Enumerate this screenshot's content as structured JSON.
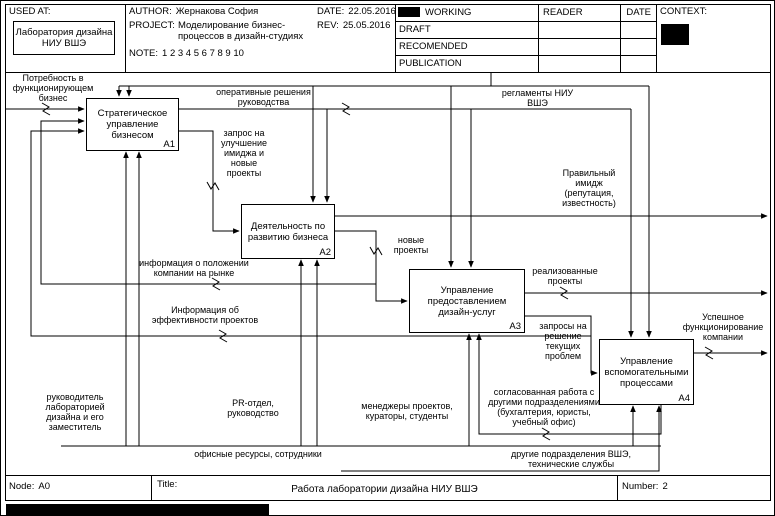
{
  "kit": {
    "used_at_label": "USED AT:",
    "used_at_value": "Лаборатория дизайна НИУ ВШЭ",
    "author_label": "AUTHOR:",
    "author_value": "Жернакова София",
    "project_label": "PROJECT:",
    "project_value": "Моделирование бизнес-процессов в дизайн-студиях",
    "note_label": "NOTE:",
    "note_numbers": "1 2 3 4 5 6 7 8 9 10",
    "date_label": "DATE:",
    "date_value": "22.05.2016",
    "rev_label": "REV:",
    "rev_value": "25.05.2016",
    "working": "WORKING",
    "draft": "DRAFT",
    "recomended": "RECOMENDED",
    "publication": "PUBLICATION",
    "reader": "READER",
    "reader_date": "DATE",
    "context_label": "CONTEXT:"
  },
  "boxes": {
    "a1": {
      "title": "Стратегическое управление бизнесом",
      "code": "A1"
    },
    "a2": {
      "title": "Деятельность по развитию бизнеса",
      "code": "A2"
    },
    "a3": {
      "title": "Управление предоставлением дизайн-услуг",
      "code": "A3"
    },
    "a4": {
      "title": "Управление вспомогательными процессами",
      "code": "A4"
    }
  },
  "arrows": {
    "need": "Потребность в функционирующем бизнес",
    "oper": "оперативные решения руководства",
    "regl": "регламенты НИУ ВШЭ",
    "request_image": "запрос на улучшение имиджа и новые проекты",
    "right_image": "Правильный имидж (репутация, известность)",
    "new_projects": "новые проекты",
    "market_info": "информация о положении компании на рынке",
    "eff_info": "Информация об эффективности проектов",
    "realized": "реализованные проекты",
    "success": "Успешное функционирование компании",
    "requests_problems": "запросы на решение текущих проблем",
    "head": "руководитель лабораторией дизайна и его заместитель",
    "pr": "PR-отдел, руководство",
    "managers": "менеджеры проектов, кураторы, студенты",
    "coordinated": "согласованная работа с другими подразделениями (бухгалтерия, юристы, учебный офис)",
    "office": "офисные ресурсы, сотрудники",
    "other_units": "другие подразделения ВШЭ, технические службы"
  },
  "footer": {
    "node_label": "Node:",
    "node_value": "A0",
    "title_label": "Title:",
    "title_value": "Работа лаборатории дизайна НИУ ВШЭ",
    "number_label": "Number:",
    "number_value": "2"
  }
}
